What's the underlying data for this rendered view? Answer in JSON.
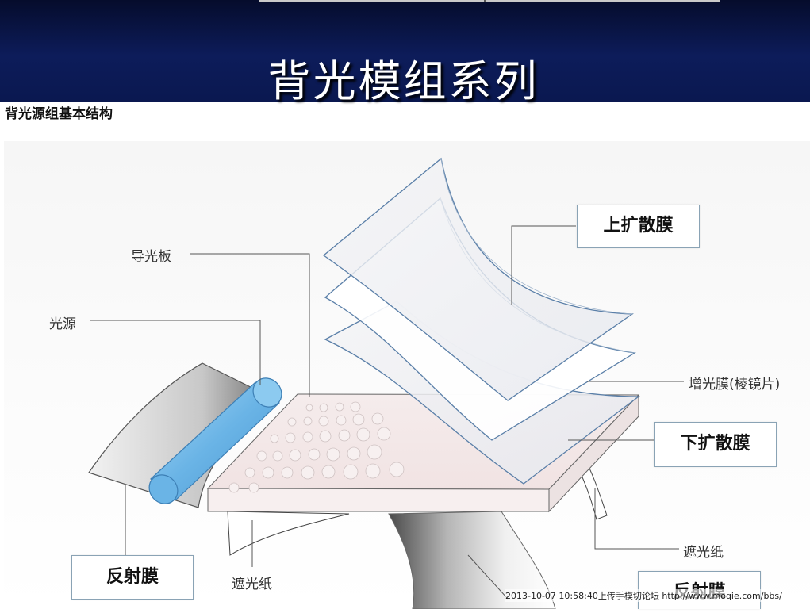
{
  "slide": {
    "title": "背光模组系列",
    "subtitle": "背光源组基本结构"
  },
  "labels": {
    "light_guide": "导光板",
    "light_source": "光源",
    "upper_diffuser": "上扩散膜",
    "brightness_film": "增光膜(棱镜片)",
    "lower_diffuser": "下扩散膜",
    "reflector_left": "反射膜",
    "shading_paper_bottom": "遮光纸",
    "shading_paper_right": "遮光纸",
    "reflector_right": "反射膜"
  },
  "watermark": "2013-10-07 10:58:40上传手模切论坛 http://www.moqie.com/bbs/",
  "colors": {
    "header_dark": "#050c2c",
    "header_mid": "#0d1c5a",
    "lamp_blue": "#6fb8e8",
    "film_edge": "#5a7fa8",
    "leader_line": "#555555",
    "box_border": "#8aa3b5"
  }
}
